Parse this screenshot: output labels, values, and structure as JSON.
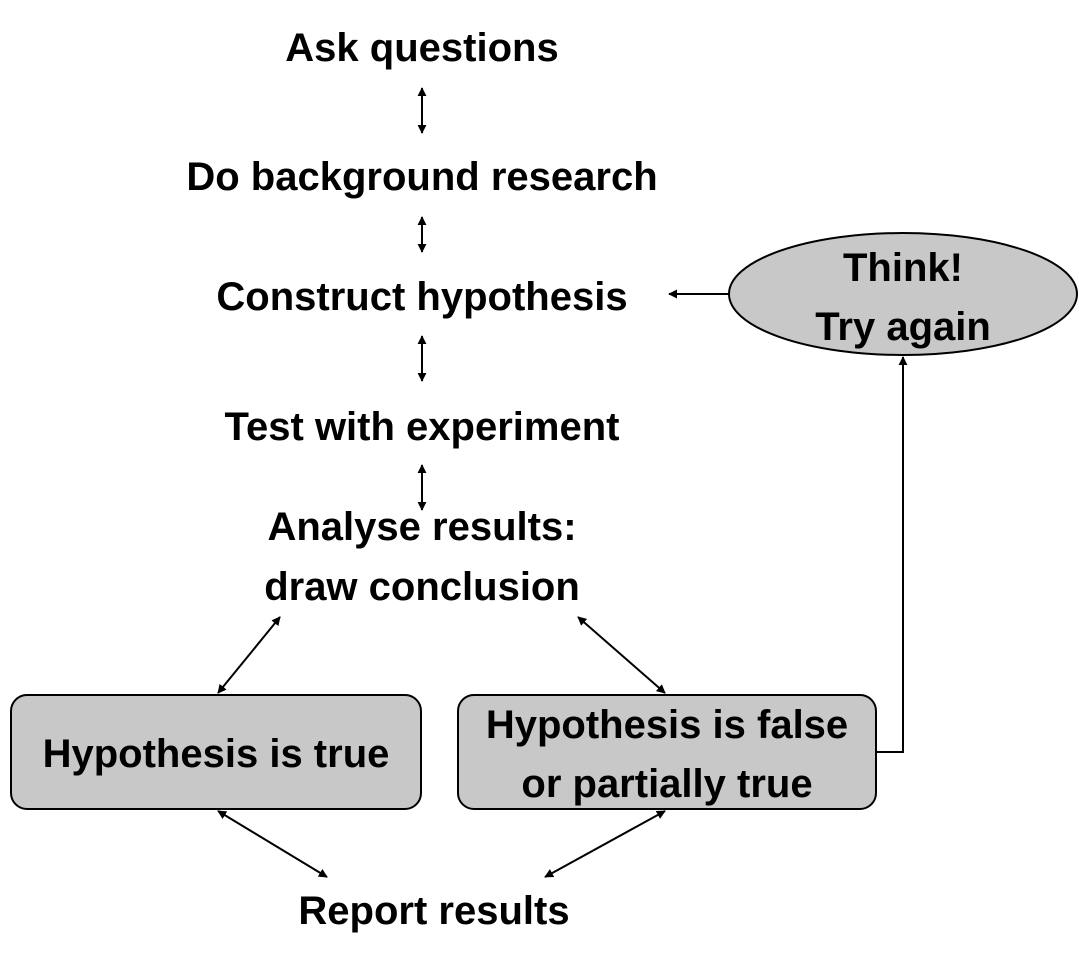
{
  "steps": {
    "ask": "Ask questions",
    "research": "Do background research",
    "hypothesis": "Construct hypothesis",
    "test": "Test with experiment",
    "analyse_line1": "Analyse results:",
    "analyse_line2": "draw conclusion",
    "report": "Report results"
  },
  "outcomes": {
    "true_label": "Hypothesis is true",
    "false_line1": "Hypothesis is false",
    "false_line2": "or partially true"
  },
  "loop": {
    "line1": "Think!",
    "line2": "Try again"
  },
  "colors": {
    "box_fill": "#c8c8c8",
    "stroke": "#000000",
    "text": "#000000"
  }
}
